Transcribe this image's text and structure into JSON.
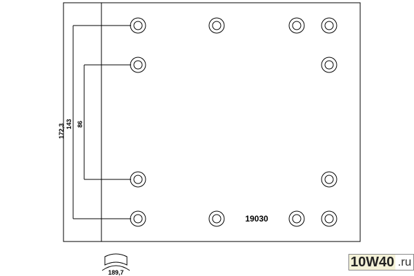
{
  "drawing": {
    "part_number": "19030",
    "dimensions": {
      "total_height": "172,3",
      "outer_holes": "143",
      "inner_holes": "86",
      "arc_length": "189,7"
    }
  },
  "logo": {
    "main": "10W40",
    "suffix": ".ru"
  }
}
